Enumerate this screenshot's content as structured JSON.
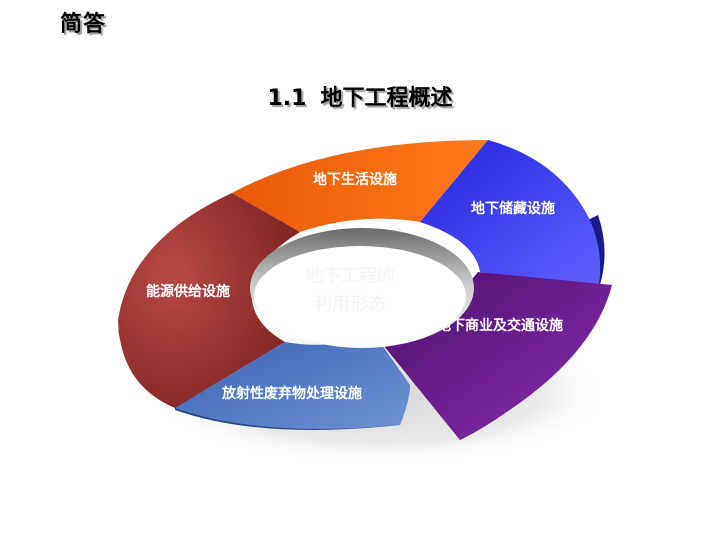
{
  "header": {
    "section": "简答"
  },
  "slide": {
    "number": "1.1",
    "title": "地下工程概述"
  },
  "diagram": {
    "center": {
      "line1": "地下工程的",
      "line2": "利用形态"
    },
    "segments": [
      {
        "label": "地下生活设施",
        "color": "#f26b10"
      },
      {
        "label": "地下储藏设施",
        "color": "#3a3af0"
      },
      {
        "label": "地下商业及交通设施",
        "color": "#6a1a8c"
      },
      {
        "label": "放射性废弃物处理设施",
        "color": "#4a6fc0"
      },
      {
        "label": "能源供给设施",
        "color": "#a33a3a"
      }
    ]
  }
}
